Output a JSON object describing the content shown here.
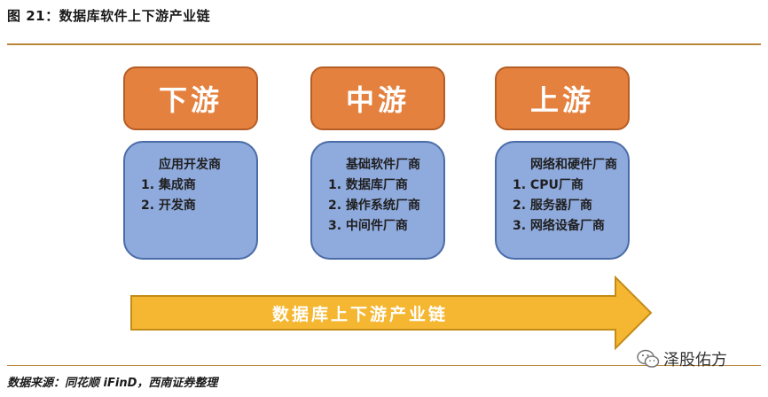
{
  "figure_title": "图 21：数据库软件上下游产业链",
  "stages": [
    {
      "header": "下游",
      "box_title": "应用开发商",
      "items": [
        "1. 集成商",
        "2. 开发商"
      ]
    },
    {
      "header": "中游",
      "box_title": "基础软件厂商",
      "items": [
        "1. 数据库厂商",
        "2. 操作系统厂商",
        "3. 中间件厂商"
      ]
    },
    {
      "header": "上游",
      "box_title": "网络和硬件厂商",
      "items": [
        "1. CPU厂商",
        "2. 服务器厂商",
        "3. 网络设备厂商"
      ]
    }
  ],
  "arrow_label": "数据库上下游产业链",
  "source_note": "数据来源：同花顺 iFinD，西南证券整理",
  "watermark": "泽股佑方",
  "colors": {
    "header_fill": "#e5813f",
    "box_fill": "#8faadc",
    "arrow_fill": "#f5b731",
    "rule": "#b8873a"
  }
}
